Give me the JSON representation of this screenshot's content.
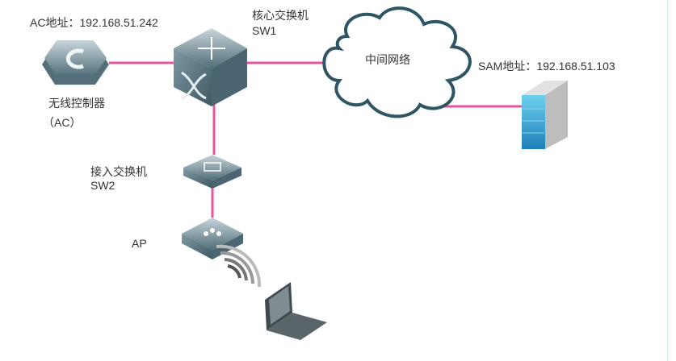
{
  "ac": {
    "address": "AC地址：192.168.51.242",
    "name": "无线控制器",
    "abbr": "（AC）"
  },
  "core_switch": {
    "name": "核心交换机",
    "id": "SW1"
  },
  "cloud": {
    "label": "中间网络"
  },
  "sam": {
    "address": "SAM地址：192.168.51.103"
  },
  "access_switch": {
    "name": "接入交换机",
    "id": "SW2"
  },
  "ap": {
    "label": "AP"
  },
  "colors": {
    "link": "#e8559b",
    "device": "#5d7c88",
    "cloud": "#2e5563",
    "server": "#2a9ccf"
  }
}
